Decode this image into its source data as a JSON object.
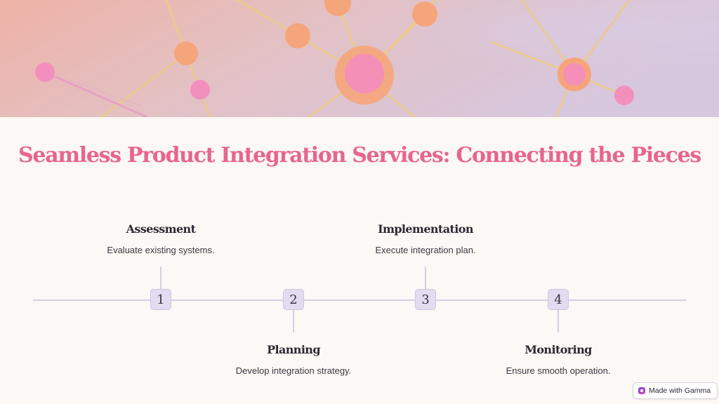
{
  "slide": {
    "title": "Seamless Product Integration Services: Connecting the Pieces"
  },
  "steps": [
    {
      "number": "1",
      "title": "Assessment",
      "description": "Evaluate existing systems."
    },
    {
      "number": "2",
      "title": "Planning",
      "description": "Develop integration strategy."
    },
    {
      "number": "3",
      "title": "Implementation",
      "description": "Execute integration plan."
    },
    {
      "number": "4",
      "title": "Monitoring",
      "description": "Ensure smooth operation."
    }
  ],
  "badge": {
    "label": "Made with Gamma",
    "icon": "gamma-logo-icon"
  },
  "colors": {
    "title": "#e8658c",
    "node_fill": "#e2dcf1",
    "axis": "#d6cde6",
    "background": "#fcf8f5"
  }
}
